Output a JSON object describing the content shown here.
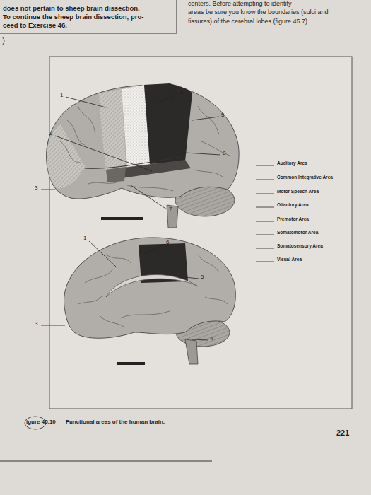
{
  "diagram": {
    "caption": "Functional areas of the human brain.",
    "labels": [
      "does not pertain to sheep brain dissection.",
      "To continue the sheep brain dissection, pro-",
      "ceed to Exercise 46.",
      "centers. Before attempting to identify",
      "areas be sure you know the boundaries (sulci and",
      "fissures) of the cerebral lobes (figure 45.7).",
      "1",
      "6",
      "5",
      "2",
      "8",
      "3",
      "7",
      "1",
      "6",
      "5",
      "3",
      "4",
      "Auditory Area",
      "Common Integrative Area",
      "Motor Speech Area",
      "Olfactory Area",
      "Premotor Area",
      "Somatomotor Area",
      "Somatosensory Area",
      "Visual Area",
      "igure 45.10",
      "221"
    ]
  }
}
